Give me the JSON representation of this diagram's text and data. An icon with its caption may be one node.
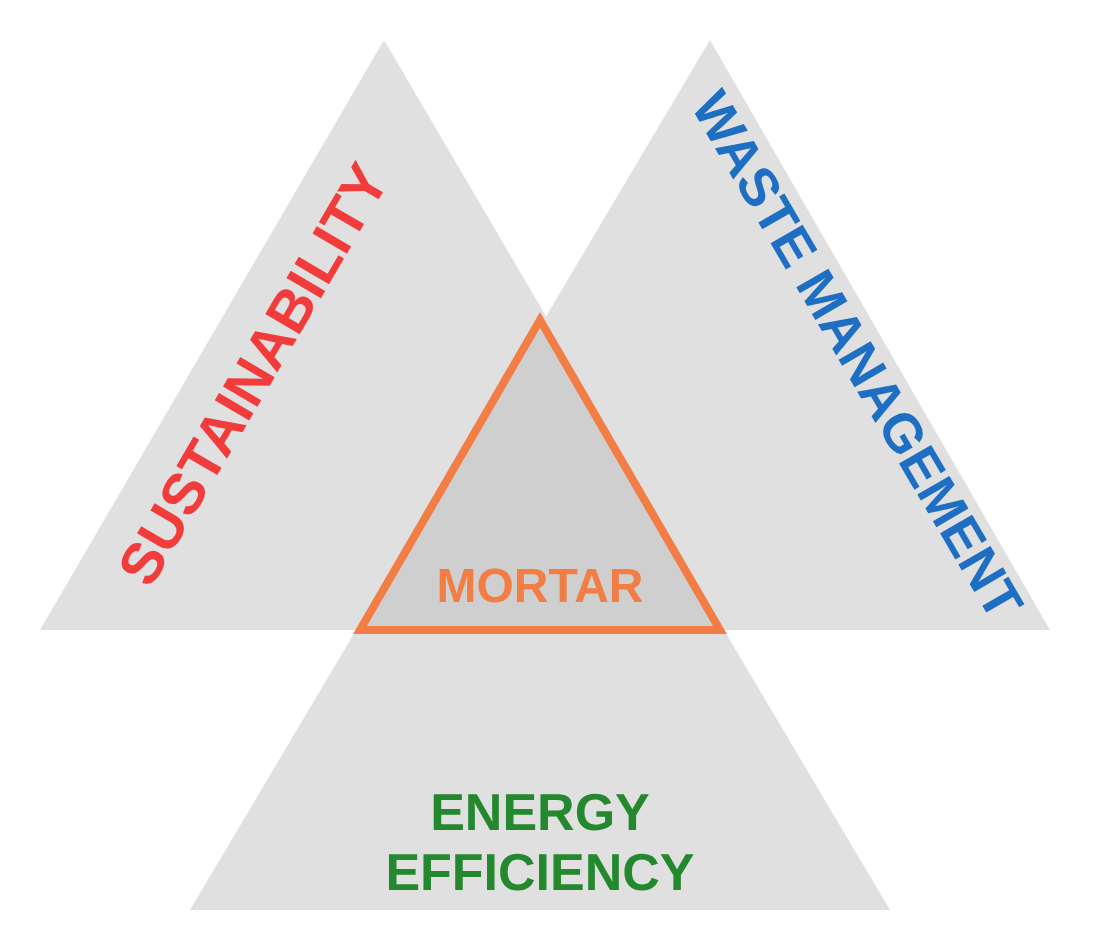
{
  "diagram": {
    "nodes": [
      {
        "text": [
          "SUSTAINABILITY"
        ]
      },
      {
        "text": [
          "WASTE MANAGEMENT"
        ]
      },
      {
        "text": [
          "MORTAR"
        ]
      },
      {
        "text": [
          "ENERGY EFFICIENCY"
        ]
      }
    ],
    "edges": []
  }
}
